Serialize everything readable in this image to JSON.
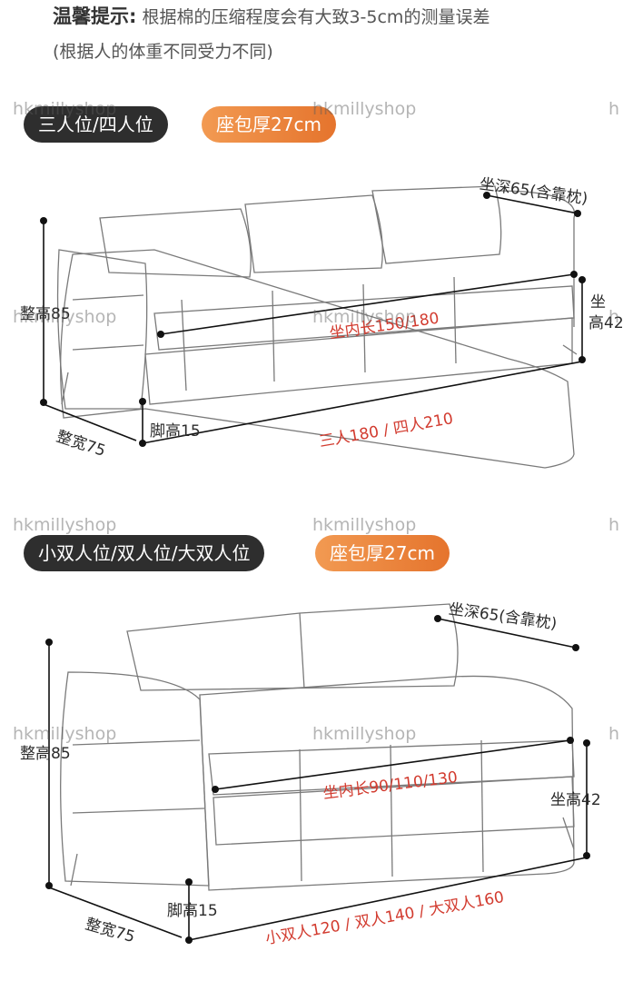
{
  "tip": {
    "label": "温馨提示:",
    "text": "根据棉的压缩程度会有大致3-5cm的测量误差",
    "sub": "(根据人的体重不同受力不同)"
  },
  "watermark": "hkmillyshop",
  "watermark_partial": "h",
  "section1": {
    "title": "三人位/四人位",
    "cushion": "座包厚27cm",
    "labels": {
      "depth": "坐深65(含靠枕)",
      "height": "整高85",
      "seat_height_a": "坐",
      "seat_height_b": "高42",
      "inner_length": "坐内长150/180",
      "leg_height": "脚高15",
      "width": "整宽75",
      "length": "三人180 / 四人210"
    }
  },
  "section2": {
    "title": "小双人位/双人位/大双人位",
    "cushion": "座包厚27cm",
    "labels": {
      "depth": "坐深65(含靠枕)",
      "height": "整高85",
      "seat_height": "坐高42",
      "inner_length": "坐内长90/110/130",
      "leg_height": "脚高15",
      "width": "整宽75",
      "length": "小双人120 / 双人140 / 大双人160"
    }
  }
}
